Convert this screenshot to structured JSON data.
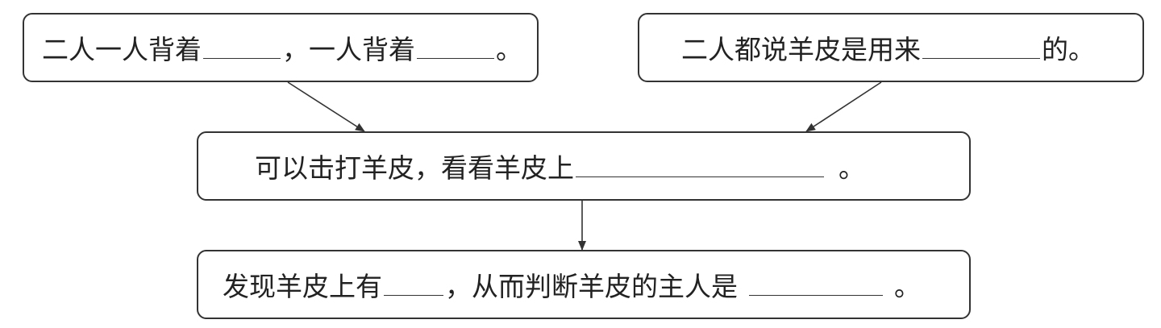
{
  "boxes": {
    "top_left": {
      "part1": "二人一人背着",
      "part2": "，一人背着",
      "part3": "。"
    },
    "top_right": {
      "part1": "二人都说羊皮是用来",
      "part2": "的。"
    },
    "middle": {
      "part1": "可以击打羊皮，看看羊皮上",
      "part2": "。"
    },
    "bottom": {
      "part1": "发现羊皮上有",
      "part2": "，从而判断羊皮的主人是",
      "part3": "。"
    }
  }
}
